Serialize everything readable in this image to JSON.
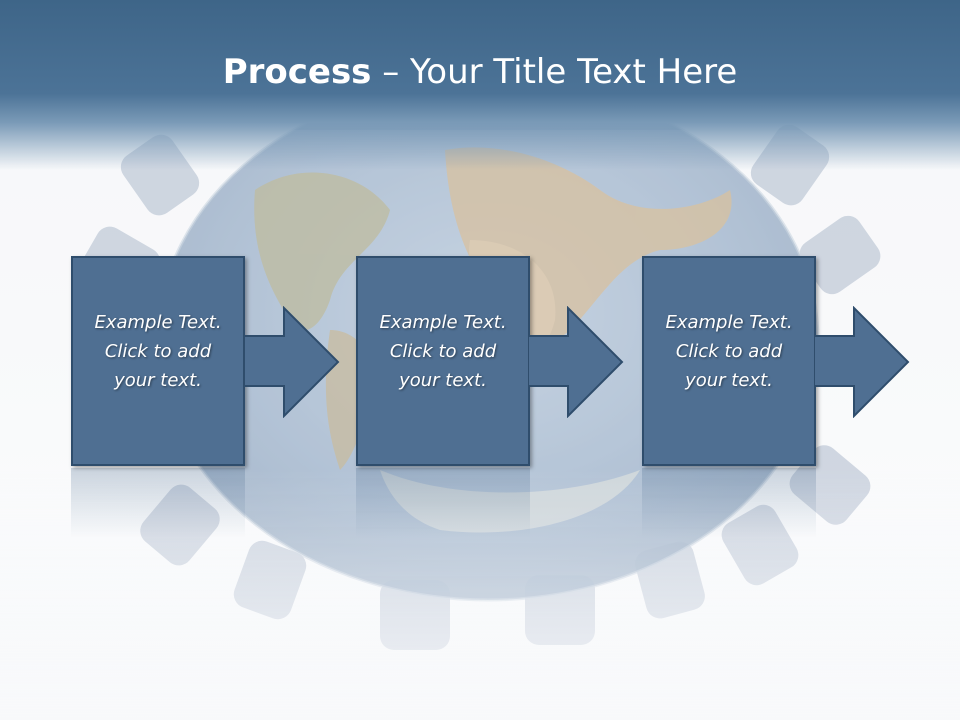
{
  "title": {
    "bold": "Process",
    "rest": " – Your Title Text Here"
  },
  "steps": [
    {
      "line1": "Example Text.",
      "line2": "Click  to add",
      "line3": "your text."
    },
    {
      "line1": "Example Text.",
      "line2": "Click  to add",
      "line3": "your text."
    },
    {
      "line1": "Example Text.",
      "line2": "Click  to add",
      "line3": "your text."
    }
  ],
  "colors": {
    "header": "#4c7397",
    "box_fill": "#4f6f92",
    "box_border": "#2f4d6c",
    "text": "#ffffff"
  },
  "background_image": "globe-conference-table"
}
